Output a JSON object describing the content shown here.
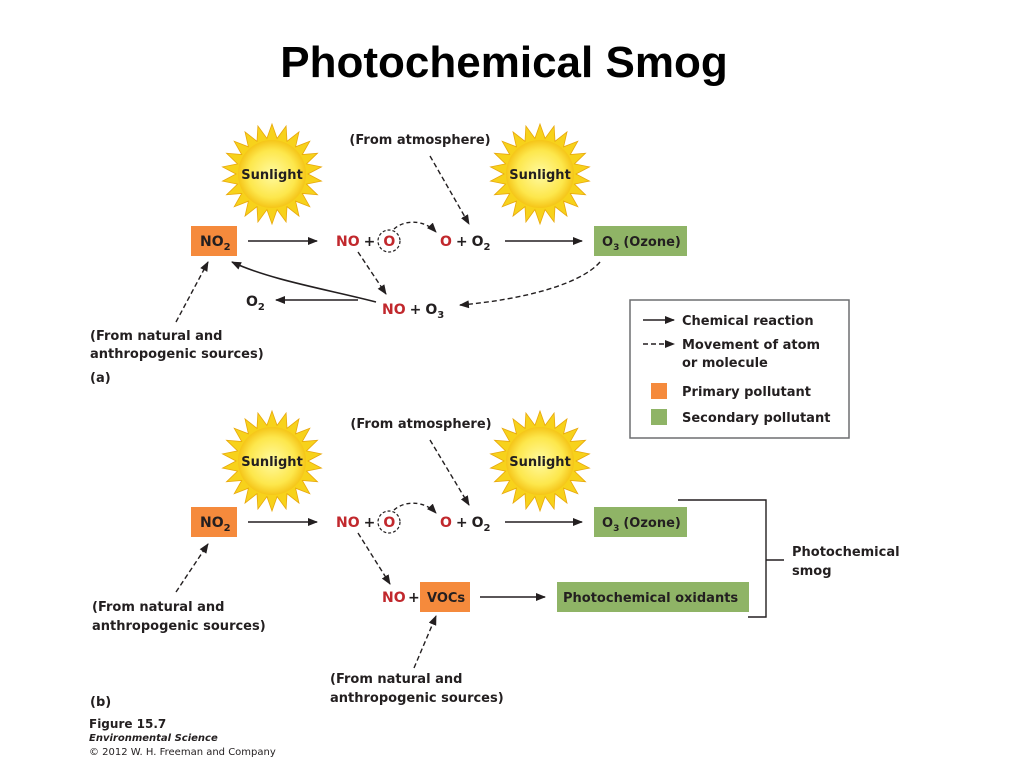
{
  "title": "Photochemical Smog",
  "panel_a": {
    "sun_left": "Sunlight",
    "sun_right": "Sunlight",
    "from_atmosphere": "(From atmosphere)",
    "no2": "NO",
    "no2_sub": "2",
    "no": "NO",
    "plus": "+",
    "o": "O",
    "o2": "O",
    "o2_sub": "2",
    "o3": "O",
    "o3_sub": "3",
    "ozone": "(Ozone)",
    "o2_release": "O",
    "o2_release_sub": "2",
    "bottom_no": "NO",
    "bottom_o3": "O",
    "bottom_o3_sub": "3",
    "sources_line1": "(From natural and",
    "sources_line2": "anthropogenic sources)",
    "label": "(a)"
  },
  "legend": {
    "chemical_reaction": "Chemical reaction",
    "movement_line1": "Movement of atom",
    "movement_line2": "or molecule",
    "primary": "Primary pollutant",
    "secondary": "Secondary pollutant"
  },
  "panel_b": {
    "sun_left": "Sunlight",
    "sun_right": "Sunlight",
    "from_atmosphere": "(From atmosphere)",
    "no2": "NO",
    "no2_sub": "2",
    "no": "NO",
    "plus": "+",
    "o": "O",
    "o2": "O",
    "o2_sub": "2",
    "o3": "O",
    "o3_sub": "3",
    "ozone": "(Ozone)",
    "vocs_no": "NO",
    "vocs": "VOCs",
    "oxidants": "Photochemical oxidants",
    "smog_line1": "Photochemical",
    "smog_line2": "smog",
    "sources_line1": "(From natural and",
    "sources_line2": "anthropogenic sources)",
    "vocs_sources_line1": "(From natural and",
    "vocs_sources_line2": "anthropogenic sources)",
    "label": "(b)"
  },
  "caption": {
    "figure": "Figure 15.7",
    "book": "Environmental Science",
    "copyright": "© 2012 W. H. Freeman and Company"
  },
  "colors": {
    "primary": "#f58a3c",
    "secondary": "#8fb466",
    "sun": "#f7d21b",
    "sun_center": "#fef06a",
    "product_red": "#c1282d"
  }
}
